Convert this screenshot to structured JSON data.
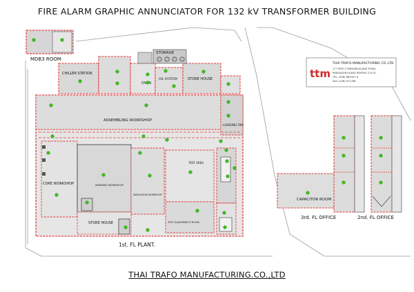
{
  "title": "FIRE ALARM GRAPHIC ANNUNCIATOR FOR 132 kV TRANSFORMER BUILDING",
  "footer": "THAI TRAFO MANUFACTURING.CO.,LTD",
  "colors": {
    "wall": "#e23a3a",
    "ground": "#cfcfcf",
    "floor": "#e9e9e9",
    "sensor": "#3cbf1e",
    "logo": "#d02a2a"
  },
  "company_box": {
    "logo_text": "ttm",
    "name": "THAI TRAFO MANUFACTURING CO.,LTD",
    "address1": "177 MOO 2 BANGNA-KLANG ROAD,",
    "address2": "KRASADON KLANG RAYONG 21110,",
    "tel": "TEL: (038) 684337-8",
    "fax": "FAX: (038) 671786"
  },
  "rooms": {
    "mdb3": "MDB3 ROOM",
    "storage": "STORAGE",
    "chiller": "CHILLER STATION",
    "oven": "OVEN",
    "oil_system": "OIL SYSTEM",
    "store_house_top": "STORE HOUSE",
    "assembling": "ASSEMBLING WORKSHOP",
    "loading": "LOADING RM.",
    "core": "CORE WORKSHOP",
    "store_house_bottom": "STORE HOUSE",
    "winding": "WINDING WORKSHOP",
    "insulation": "INSULATION WORKSHOP",
    "test_area": "TEST AREA",
    "test_equipment": "TEST EQUIPMENT'S ROOM",
    "capacitor": "CAPACITOR ROOM"
  },
  "labels": {
    "plant": "1st. FL PLANT.",
    "office3": "3rd. FL OFFICE",
    "office2": "2nd. FL OFFICE"
  }
}
